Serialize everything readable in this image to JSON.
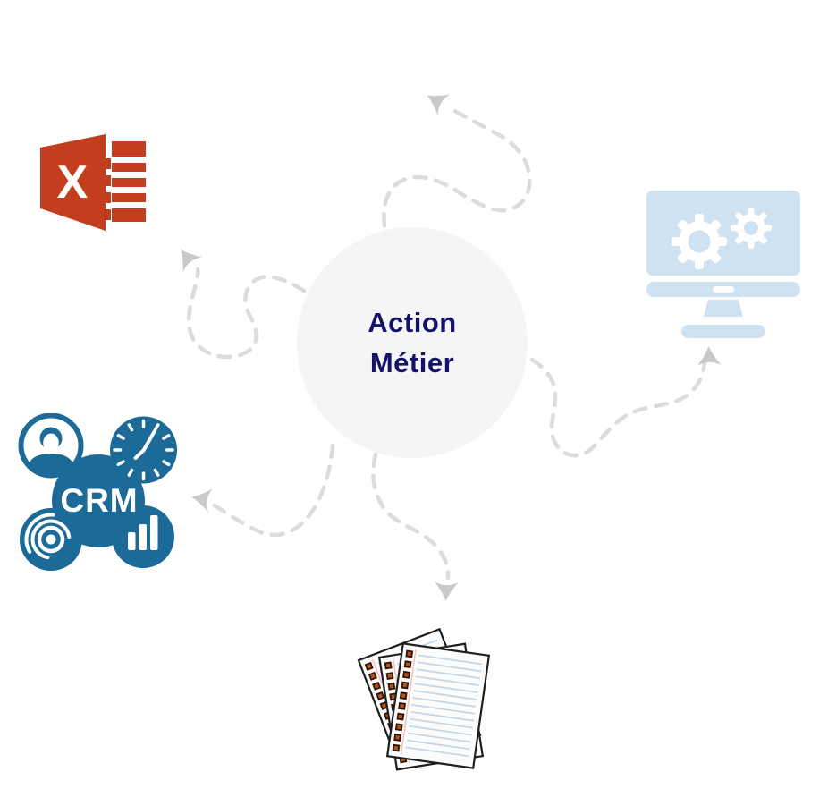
{
  "diagram": {
    "center": {
      "line1": "Action",
      "line2": "Métier",
      "background": "#f5f5f6",
      "text_color": "#15126b"
    },
    "connectors": {
      "style": "dashed-curved",
      "dash_color": "#dcdcdc",
      "arrowhead_color": "#c9c9c9",
      "targets": [
        "top",
        "excel",
        "monitor",
        "crm",
        "documents"
      ]
    },
    "nodes": {
      "excel": {
        "icon": "excel-icon",
        "letter": "X",
        "color": "#c23e1e"
      },
      "monitor": {
        "icon": "monitor-gears-icon",
        "color": "#cfe2f1"
      },
      "crm": {
        "icon": "crm-icon",
        "label": "CRM",
        "color": "#1b6a97"
      },
      "documents": {
        "icon": "document-stack-icon",
        "paper_line_color": "#bdd7ec",
        "margin_color": "#f3c4be",
        "hole_color": "#b5511f"
      }
    }
  }
}
